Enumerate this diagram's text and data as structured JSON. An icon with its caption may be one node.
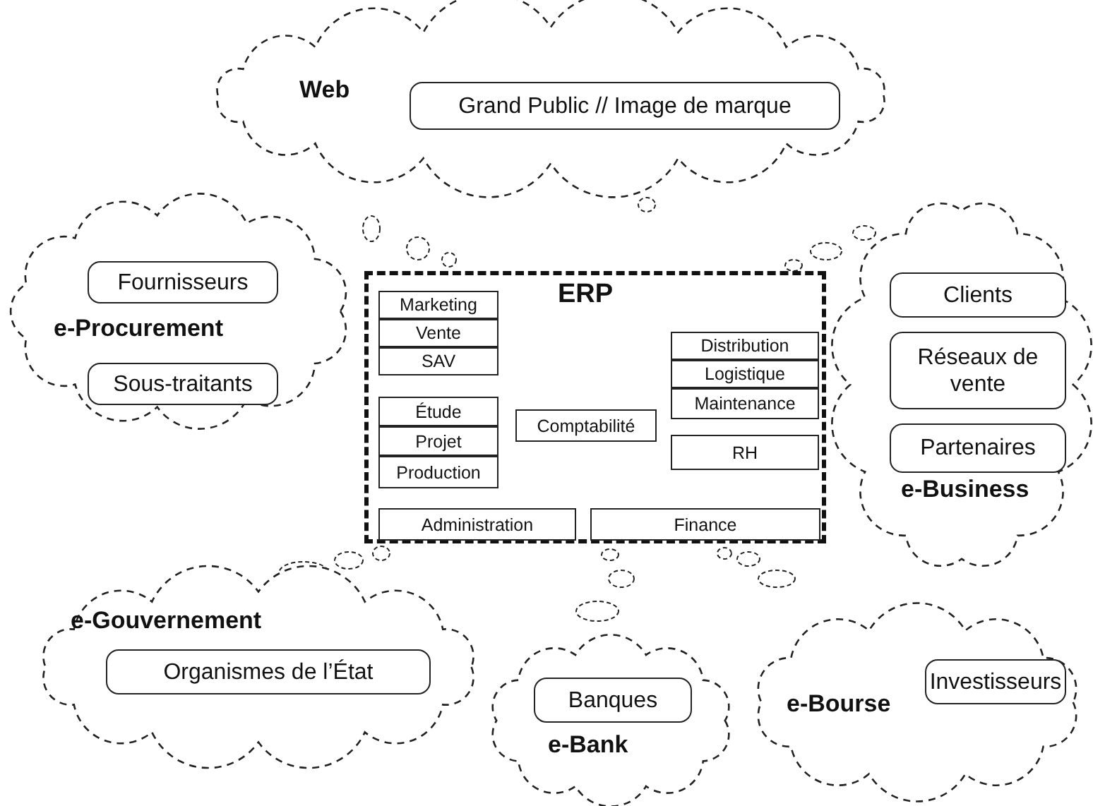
{
  "diagram": {
    "nodes": [
      {
        "text": [
          "Web"
        ]
      },
      {
        "text": [
          "Grand Public // Image de marque"
        ],
        "in": 0
      },
      {
        "text": [
          "e-Procurement"
        ]
      },
      {
        "text": [
          "Fournisseurs"
        ],
        "in": 2
      },
      {
        "text": [
          "Sous-traitants"
        ],
        "in": 2
      },
      {
        "text": [
          "ERP"
        ]
      },
      {
        "text": [
          "Marketing"
        ],
        "in": 5
      },
      {
        "text": [
          "Vente"
        ],
        "in": 5
      },
      {
        "text": [
          "SAV"
        ],
        "in": 5
      },
      {
        "text": [
          "Étude"
        ],
        "in": 5
      },
      {
        "text": [
          "Projet"
        ],
        "in": 5
      },
      {
        "text": [
          "Production"
        ],
        "in": 5
      },
      {
        "text": [
          "Comptabilité"
        ],
        "in": 5
      },
      {
        "text": [
          "Distribution"
        ],
        "in": 5
      },
      {
        "text": [
          "Logistique"
        ],
        "in": 5
      },
      {
        "text": [
          "Maintenance"
        ],
        "in": 5
      },
      {
        "text": [
          "RH"
        ],
        "in": 5
      },
      {
        "text": [
          "Administration"
        ],
        "in": 5
      },
      {
        "text": [
          "Finance"
        ],
        "in": 5
      },
      {
        "text": [
          "e-Business"
        ]
      },
      {
        "text": [
          "Clients"
        ],
        "in": 19
      },
      {
        "text": [
          "Réseaux de vente"
        ],
        "in": 19
      },
      {
        "text": [
          "Partenaires"
        ],
        "in": 19
      },
      {
        "text": [
          "e-Gouvernement"
        ]
      },
      {
        "text": [
          "Organismes de l’État"
        ],
        "in": 23
      },
      {
        "text": [
          "e-Bank"
        ]
      },
      {
        "text": [
          "Banques"
        ],
        "in": 25
      },
      {
        "text": [
          "e-Bourse"
        ]
      },
      {
        "text": [
          "Investisseurs"
        ],
        "in": 27
      }
    ],
    "edges": []
  }
}
